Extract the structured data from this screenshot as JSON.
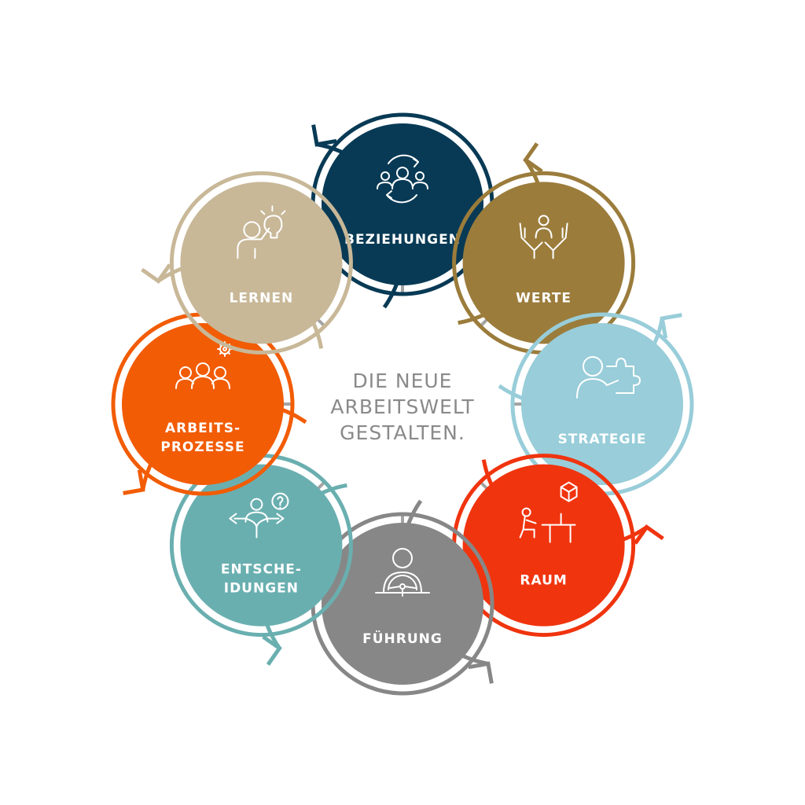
{
  "center": {
    "line1": "DIE NEUE",
    "line2": "ARBEITSWELT",
    "line3": "GESTALTEN."
  },
  "nodes": [
    {
      "id": "beziehungen",
      "label_lines": [
        "BEZIEHUNGEN"
      ],
      "color": "#083a55",
      "icon": "people-cycle-icon"
    },
    {
      "id": "werte",
      "label_lines": [
        "WERTE"
      ],
      "color": "#9b7c3b",
      "icon": "hands-person-icon"
    },
    {
      "id": "strategie",
      "label_lines": [
        "STRATEGIE"
      ],
      "color": "#98cdd9",
      "icon": "person-puzzle-icon"
    },
    {
      "id": "raum",
      "label_lines": [
        "RAUM"
      ],
      "color": "#f0340e",
      "icon": "desk-workspace-icon"
    },
    {
      "id": "fuehrung",
      "label_lines": [
        "FÜHRUNG"
      ],
      "color": "#878787",
      "icon": "person-steering-icon"
    },
    {
      "id": "entscheidungen",
      "label_lines": [
        "ENTSCHE-",
        "IDUNGEN"
      ],
      "color": "#6aafb0",
      "icon": "person-crossroads-icon"
    },
    {
      "id": "arbeitsprozesse",
      "label_lines": [
        "ARBEITS-",
        "PROZESSE"
      ],
      "color": "#f25c05",
      "icon": "team-gear-icon"
    },
    {
      "id": "lernen",
      "label_lines": [
        "LERNEN"
      ],
      "color": "#c8b898",
      "icon": "person-idea-icon"
    }
  ]
}
